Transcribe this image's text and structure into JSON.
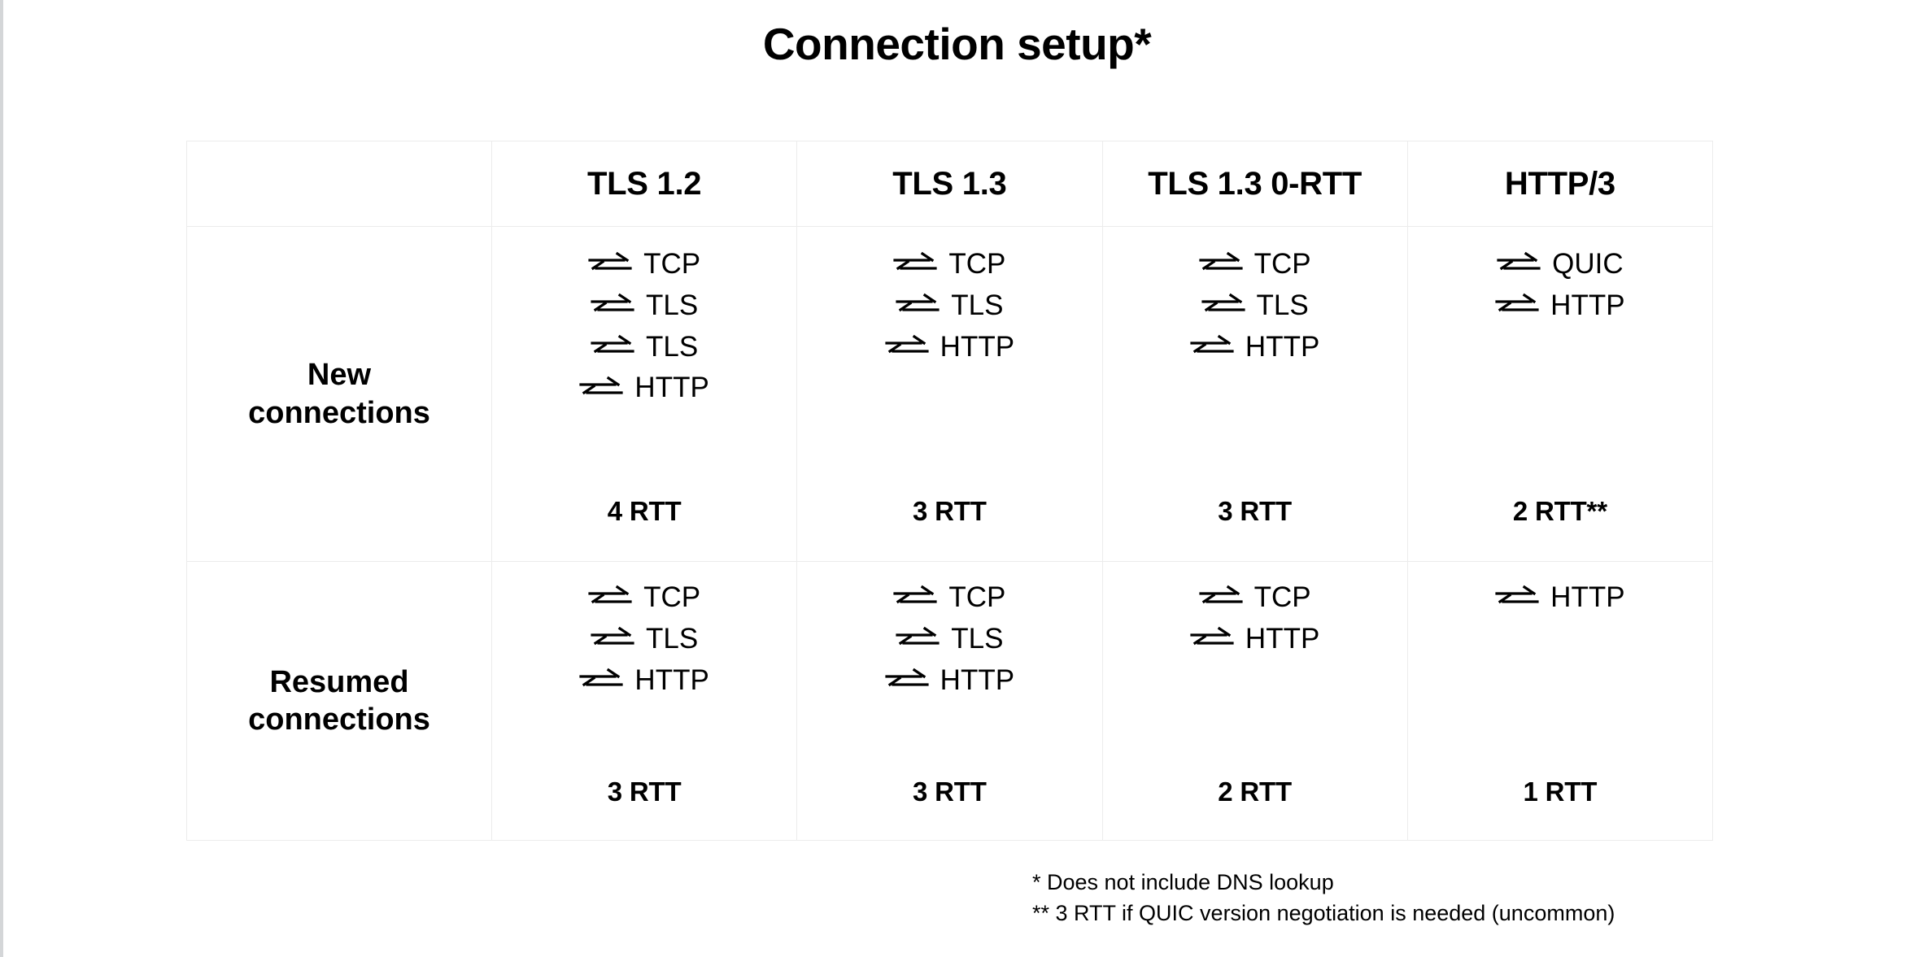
{
  "title": "Connection setup*",
  "table": {
    "corner_label": "",
    "columns": [
      "TLS 1.2",
      "TLS 1.3",
      "TLS 1.3 0-RTT",
      "HTTP/3"
    ],
    "arrow_icon": "bidirectional-exchange-arrow",
    "rows": [
      {
        "label": "New\nconnections",
        "label_line1": "New",
        "label_line2": "connections",
        "cells": [
          {
            "steps": [
              "TCP",
              "TLS",
              "TLS",
              "HTTP"
            ],
            "rtt": "4 RTT"
          },
          {
            "steps": [
              "TCP",
              "TLS",
              "HTTP"
            ],
            "rtt": "3 RTT"
          },
          {
            "steps": [
              "TCP",
              "TLS",
              "HTTP"
            ],
            "rtt": "3 RTT"
          },
          {
            "steps": [
              "QUIC",
              "HTTP"
            ],
            "rtt": "2 RTT**"
          }
        ]
      },
      {
        "label": "Resumed\nconnections",
        "label_line1": "Resumed",
        "label_line2": "connections",
        "cells": [
          {
            "steps": [
              "TCP",
              "TLS",
              "HTTP"
            ],
            "rtt": "3 RTT"
          },
          {
            "steps": [
              "TCP",
              "TLS",
              "HTTP"
            ],
            "rtt": "3 RTT"
          },
          {
            "steps": [
              "TCP",
              "HTTP"
            ],
            "rtt": "2 RTT"
          },
          {
            "steps": [
              "HTTP"
            ],
            "rtt": "1 RTT"
          }
        ]
      }
    ]
  },
  "footnotes": [
    "* Does not include DNS lookup",
    "** 3 RTT if QUIC version negotiation is needed (uncommon)"
  ],
  "colors": {
    "text": "#000000",
    "background": "#ffffff",
    "table_border": "#ececec",
    "page_edge": "#d4d6d8"
  }
}
